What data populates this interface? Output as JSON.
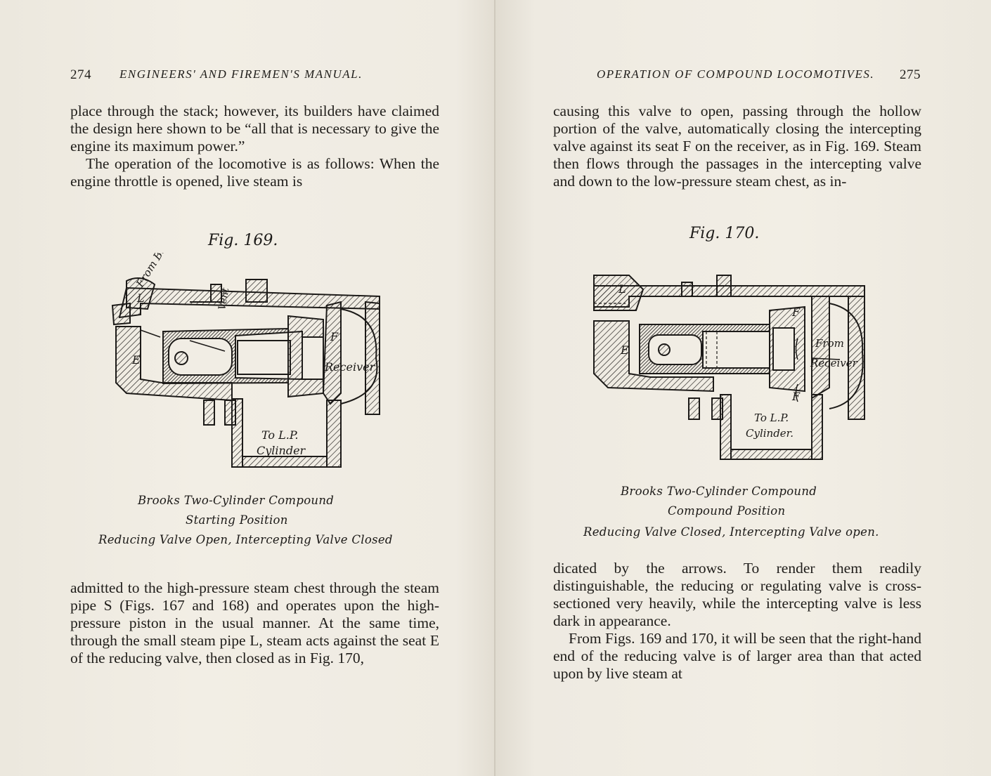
{
  "left_page": {
    "page_number": "274",
    "running_title": "ENGINEERS' AND FIREMEN'S MANUAL.",
    "top_paragraph_1": "place through the stack; however, its builders have claimed the design here shown to be “all that is necessary to give the engine its maximum power.”",
    "top_paragraph_2": "The operation of the locomotive is as follows: When the engine throttle is opened, live steam is",
    "figure": {
      "label": "Fig. 169.",
      "callouts": {
        "from_boiler": "From Boiler",
        "vent": "Vent",
        "L": "L",
        "E": "E",
        "F": "F",
        "receiver": "Receiver",
        "to_lp_1": "To L.P.",
        "to_lp_2": "Cylinder"
      },
      "caption": [
        "Brooks Two-Cylinder Compound",
        "Starting Position",
        "Reducing Valve Open, Intercepting Valve Closed"
      ]
    },
    "bottom_paragraph": "admitted to the high-pressure steam chest through the steam pipe S (Figs. 167 and 168) and operates upon the high-pressure piston in the usual manner. At the same time, through the small steam pipe L, steam acts against the seat E of the reducing valve, then closed as in Fig. 170,"
  },
  "right_page": {
    "page_number": "275",
    "running_title": "OPERATION OF COMPOUND LOCOMOTIVES.",
    "top_paragraph": "causing this valve to open, passing through the hollow portion of the valve, automatically closing the intercepting valve against its seat F on the receiver, as in Fig. 169. Steam then flows through the passages in the intercepting valve and down to the low-pressure steam chest, as in-",
    "figure": {
      "label": "Fig. 170.",
      "callouts": {
        "L": "L",
        "E": "E",
        "F_top": "F",
        "F_bottom": "F",
        "from_receiver_1": "From",
        "from_receiver_2": "Receiver",
        "to_lp_1": "To L.P.",
        "to_lp_2": "Cylinder."
      },
      "caption": [
        "Brooks Two-Cylinder Compound",
        "Compound Position",
        "Reducing Valve Closed, Intercepting Valve open."
      ]
    },
    "bottom_paragraph_1": "dicated by the arrows. To render them readily distinguishable, the reducing or regulating valve is cross-sectioned very heavily, while the intercepting valve is less dark in appearance.",
    "bottom_paragraph_2": "From Figs. 169 and 170, it will be seen that the right-hand end of the reducing valve is of larger area than that acted upon by live steam at"
  }
}
